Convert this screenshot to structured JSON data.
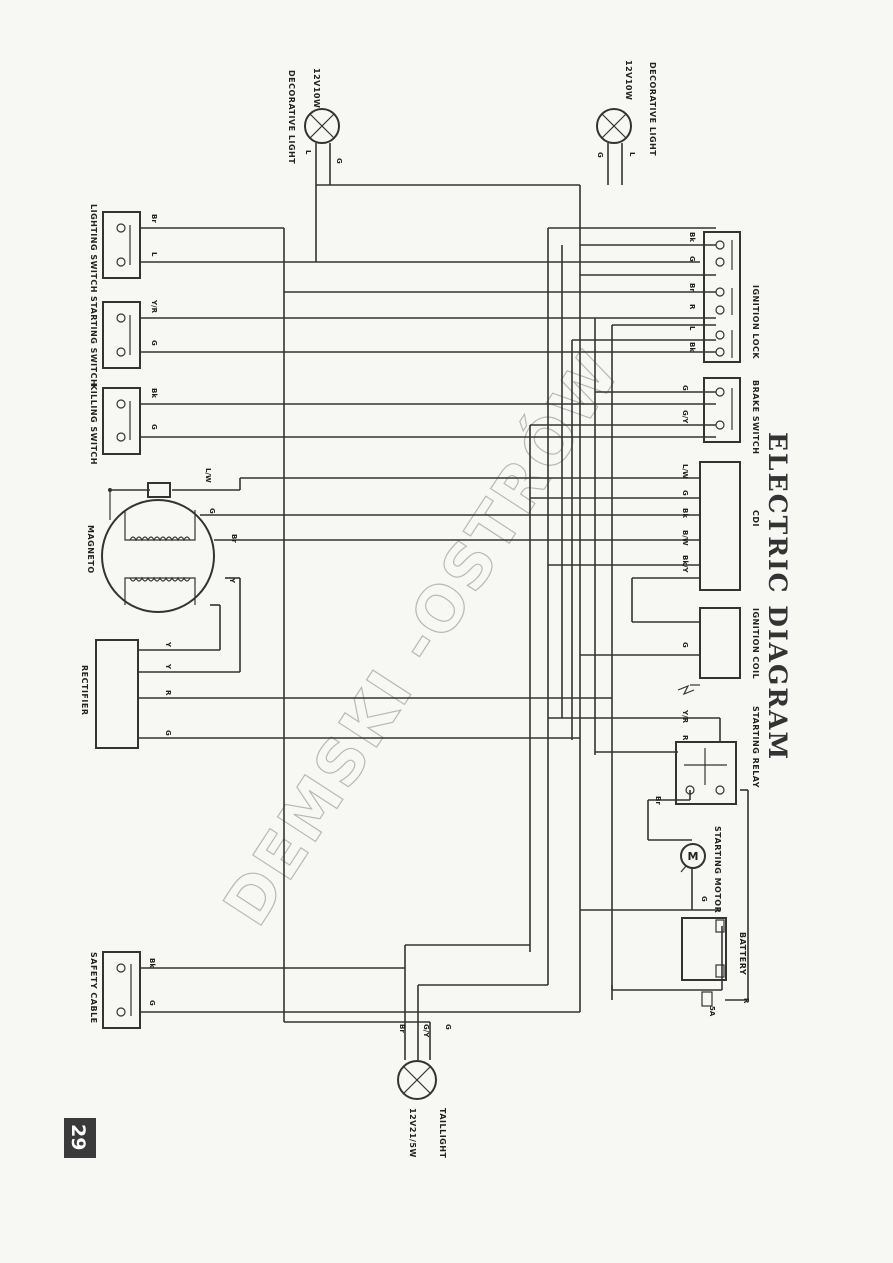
{
  "title": "ELECTRIC DIAGRAM",
  "page_number": "29",
  "watermark": "DEMSKI -OSTRÓW",
  "components": {
    "decorative_light_left": {
      "label": "DECORATIVE LIGHT",
      "rating": "12V10W"
    },
    "decorative_light_right": {
      "label": "DECORATIVE LIGHT",
      "rating": "12V10W"
    },
    "lighting_switch": "LIGHTING SWITCH",
    "starting_switch": "STARTING SWITCH",
    "killing_switch": "KILLING SWITCH",
    "magneto": "MAGNETO",
    "rectifier": "RECTIFIER",
    "ignition_lock": "IGNITION LOCK",
    "brake_switch": "BRAKE SWITCH",
    "cdi": "CDI",
    "ignition_coil": "IGNITION COIL",
    "starting_relay": "STARTING RELAY",
    "starting_motor": "STARTING MOTOR",
    "battery": "BATTERY",
    "fuse": "5A",
    "safety_cable": "SAFETY CABLE",
    "taillight": {
      "label": "TAILLIGHT",
      "rating": "12V21/5W"
    }
  },
  "wire_labels": {
    "lighting_a": "Br",
    "lighting_b": "L",
    "decor_left": "L",
    "decor_left_g": "G",
    "decor_right_g": "G",
    "decor_right": "L",
    "starting_a": "Y/R",
    "starting_b": "G",
    "killing_a": "Bk",
    "killing_b": "G",
    "magneto_lw": "L/W",
    "magneto_g": "G",
    "magneto_br": "Br",
    "magneto_y": "Y",
    "rect_y": "Y",
    "rect_y2": "Y",
    "rect_r": "R",
    "rect_g": "G",
    "lock_bk": "Bk",
    "lock_g": "G",
    "lock_br": "Br",
    "lock_r": "R",
    "lock_l": "L",
    "lock_bk2": "Bk",
    "brake_g": "G",
    "brake_gy": "G/Y",
    "cdi_lw": "L/W",
    "cdi_g": "G",
    "cdi_bk": "Bk",
    "cdi_bw": "B/W",
    "cdi_bky": "Bk/Y",
    "coil_g": "G",
    "relay_yr": "Y/R",
    "relay_r": "R",
    "relay_br": "Br",
    "motor_g": "G",
    "battery_r": "R",
    "safety_bk": "Bk",
    "safety_g": "G",
    "tail_br": "Br",
    "tail_gy": "G/Y",
    "tail_g": "G"
  }
}
